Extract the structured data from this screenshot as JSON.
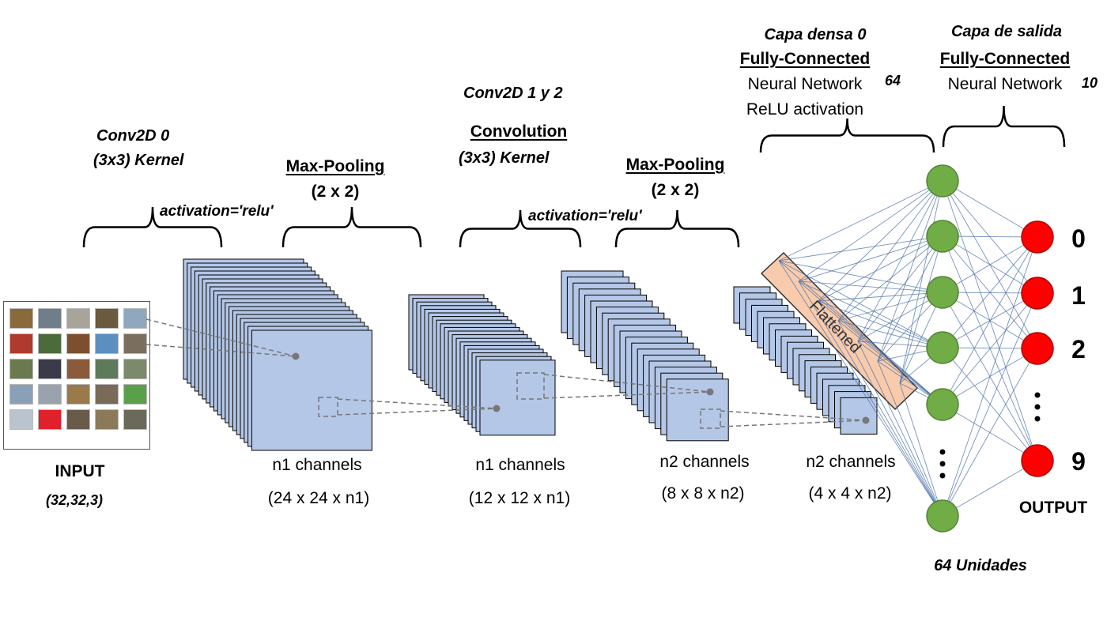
{
  "conv0": {
    "title": "Conv2D  0",
    "kernel": "(3x3) Kernel",
    "activation": "activation='relu'"
  },
  "pool1": {
    "title": "Max-Pooling",
    "size": "(2 x 2)"
  },
  "conv12": {
    "title": "Conv2D  1 y 2",
    "subtitle": "Convolution",
    "kernel": "(3x3) Kernel",
    "activation": "activation='relu'"
  },
  "pool2": {
    "title": "Max-Pooling",
    "size": "(2 x 2)"
  },
  "dense0": {
    "title": "Capa densa 0",
    "type": "Fully-Connected",
    "line1": "Neural Network",
    "line2": "ReLU activation",
    "units": "64"
  },
  "output_layer": {
    "title": "Capa de salida",
    "type": "Fully-Connected",
    "line1": "Neural Network",
    "units": "10"
  },
  "input": {
    "label": "INPUT",
    "shape": "(32,32,3)"
  },
  "stages": [
    {
      "channels": "n1 channels",
      "dims": "(24 x 24 x n1)"
    },
    {
      "channels": "n1 channels",
      "dims": "(12 x 12 x n1)"
    },
    {
      "channels": "n2 channels",
      "dims": "(8 x 8 x n2)"
    },
    {
      "channels": "n2 channels",
      "dims": "(4 x 4 x n2)"
    }
  ],
  "flattened": "Flattened",
  "hidden_units_label": "64 Unidades",
  "output_label": "OUTPUT",
  "outputs": [
    "0",
    "1",
    "2",
    "9"
  ],
  "colors": {
    "feature_map": "#b4c7e7",
    "hidden_node": "#70ad47",
    "output_node": "#ff0000",
    "flatten_bar": "#f8cbad",
    "connection": "#4a6fa5"
  },
  "icons": {
    "ellipsis": "vertical-ellipsis-icon"
  }
}
